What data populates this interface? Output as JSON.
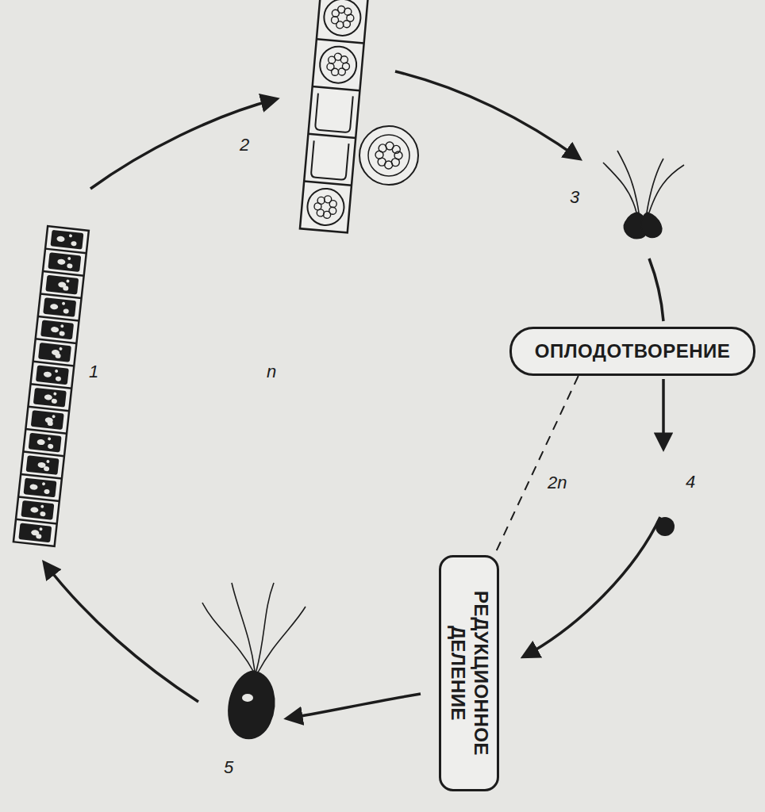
{
  "diagram": {
    "nodes": [
      {
        "text": [
          "ОПЛОДОТВОРЕНИЕ"
        ]
      },
      {
        "text": [
          "РЕДУКЦИОННОЕ ДЕЛЕНИЕ"
        ]
      }
    ],
    "edges": [
      {
        "from": 0,
        "to": 1,
        "arrow": "none"
      }
    ],
    "labels": [
      "1",
      "2",
      "3",
      "4",
      "5",
      "n",
      "2n"
    ]
  }
}
